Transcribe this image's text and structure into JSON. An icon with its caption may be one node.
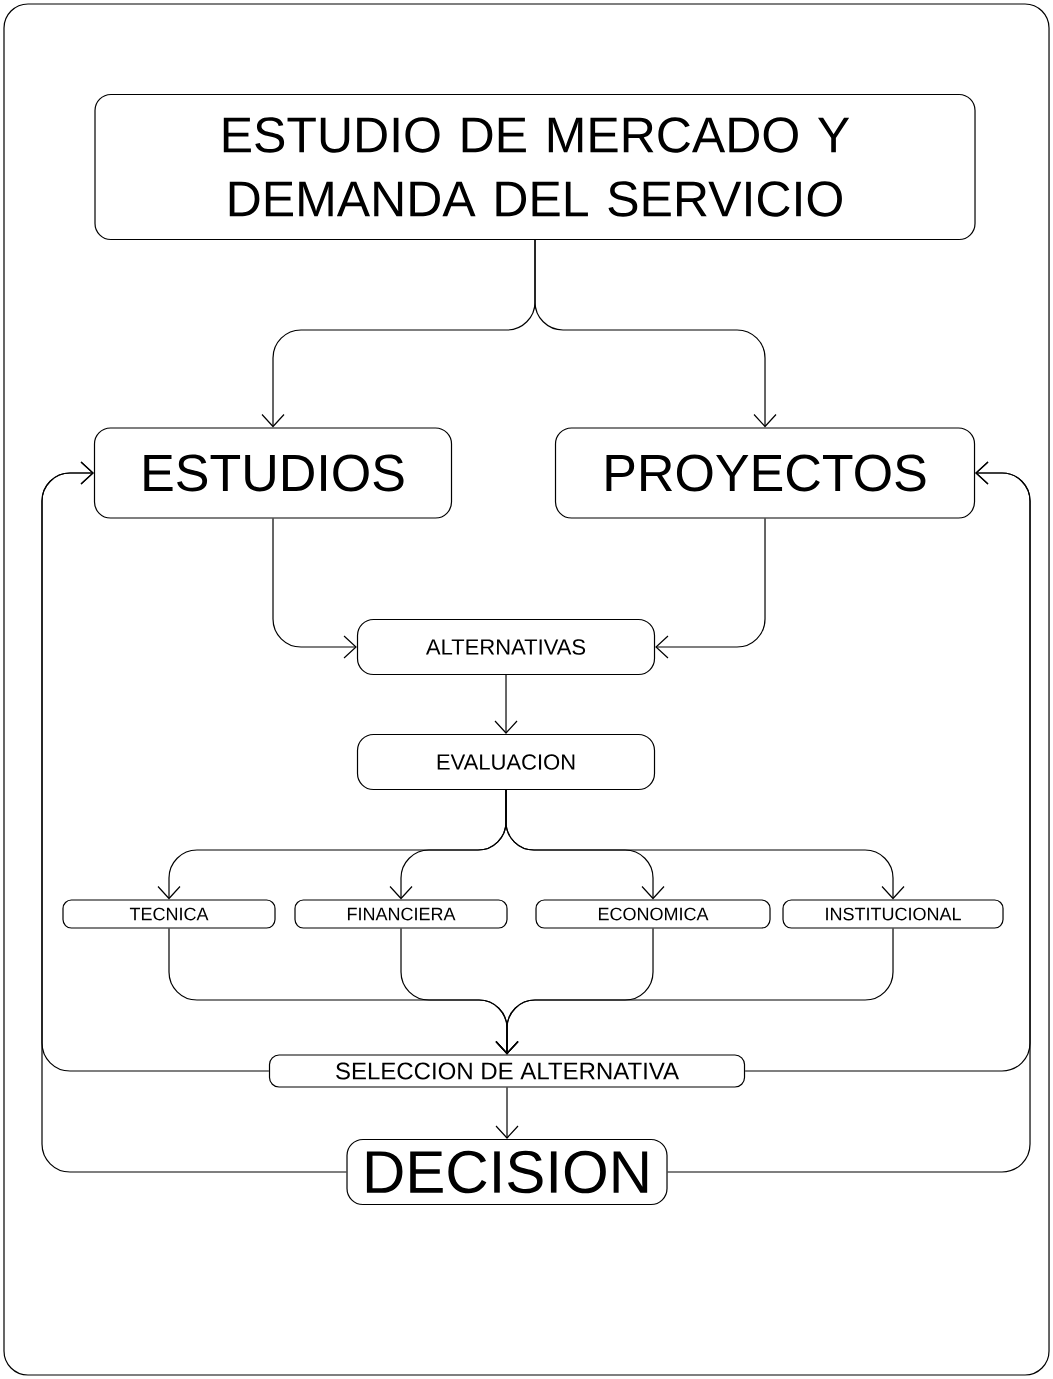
{
  "diagram": {
    "nodes": [
      {
        "text": [
          "ESTUDIO DE MERCADO Y DEMANDA DEL SERVICIO"
        ]
      },
      {
        "text": [
          "ESTUDIOS"
        ]
      },
      {
        "text": [
          "PROYECTOS"
        ]
      },
      {
        "text": [
          "ALTERNATIVAS"
        ]
      },
      {
        "text": [
          "EVALUACION"
        ]
      },
      {
        "text": [
          "TECNICA"
        ]
      },
      {
        "text": [
          "FINANCIERA"
        ]
      },
      {
        "text": [
          "ECONOMICA"
        ]
      },
      {
        "text": [
          "INSTITUCIONAL"
        ]
      },
      {
        "text": [
          "SELECCION DE ALTERNATIVA"
        ]
      },
      {
        "text": [
          "DECISION"
        ]
      }
    ],
    "edges": [
      {
        "from": 0,
        "to": 1,
        "arrow": "to"
      },
      {
        "from": 0,
        "to": 2,
        "arrow": "to"
      },
      {
        "from": 1,
        "to": 3,
        "arrow": "to"
      },
      {
        "from": 2,
        "to": 3,
        "arrow": "to"
      },
      {
        "from": 3,
        "to": 4,
        "arrow": "to"
      },
      {
        "from": 4,
        "to": 5,
        "arrow": "to"
      },
      {
        "from": 4,
        "to": 6,
        "arrow": "to"
      },
      {
        "from": 4,
        "to": 7,
        "arrow": "to"
      },
      {
        "from": 4,
        "to": 8,
        "arrow": "to"
      },
      {
        "from": 5,
        "to": 9,
        "arrow": "to"
      },
      {
        "from": 6,
        "to": 9,
        "arrow": "to"
      },
      {
        "from": 7,
        "to": 9,
        "arrow": "to"
      },
      {
        "from": 8,
        "to": 9,
        "arrow": "to"
      },
      {
        "from": 9,
        "to": 10,
        "arrow": "to"
      },
      {
        "from": 9,
        "to": 1,
        "arrow": "to"
      },
      {
        "from": 9,
        "to": 2,
        "arrow": "to"
      },
      {
        "from": 10,
        "to": 1,
        "arrow": "to"
      },
      {
        "from": 10,
        "to": 2,
        "arrow": "to"
      }
    ]
  }
}
